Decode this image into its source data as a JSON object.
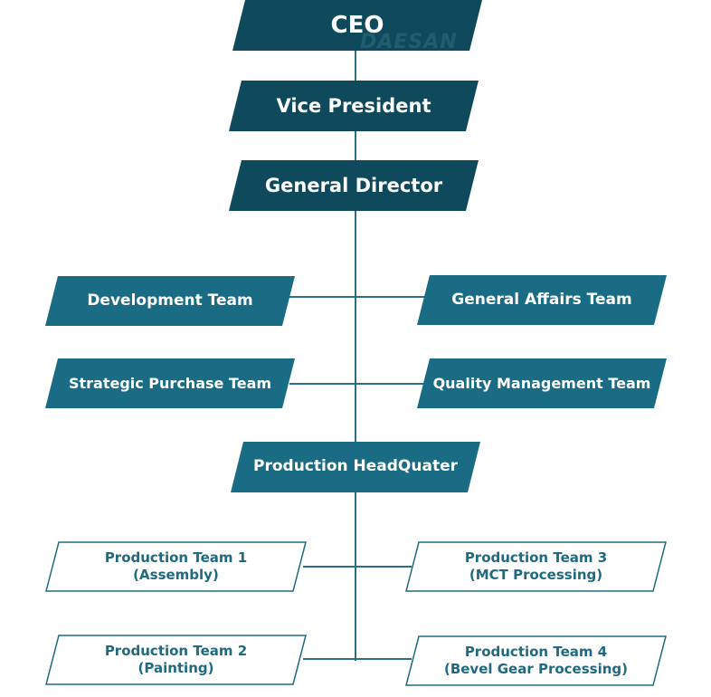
{
  "org_chart": {
    "ceo": "CEO",
    "vice_president": "Vice President",
    "general_director": "General Director",
    "development_team": "Development Team",
    "general_affairs_team": "General Affairs Team",
    "strategic_purchase_team": "Strategic Purchase Team",
    "quality_management_team": "Quality Management Team",
    "production_headquarter": "Production HeadQuater",
    "production_team_1": {
      "line1": "Production Team 1",
      "line2": "(Assembly)"
    },
    "production_team_3": {
      "line1": "Production Team 3",
      "line2": "(MCT Processing)"
    },
    "production_team_2": {
      "line1": "Production Team 2",
      "line2": "(Painting)"
    },
    "production_team_4": {
      "line1": "Production Team 4",
      "line2": "(Bevel Gear Processing)"
    },
    "watermark": "DAESAN"
  },
  "colors": {
    "dark": "#0f4a5c",
    "mid": "#1a6b84",
    "outline_stroke": "#1f6a80",
    "line": "#2a6f86"
  }
}
